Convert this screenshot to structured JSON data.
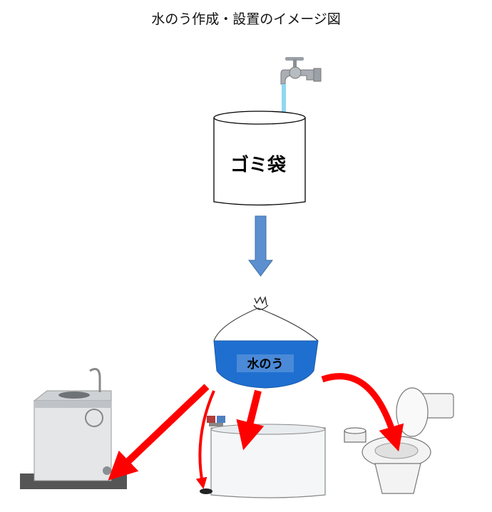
{
  "title": "水のう作成・設置のイメージ図",
  "labels": {
    "garbage_bag": "ゴミ袋",
    "sandbag": "水のう"
  },
  "colors": {
    "water": "#1e6fd0",
    "label_box": "#4a8ad8",
    "flow_arrow": "#5b8fcf",
    "placement_arrow": "#ff0000",
    "tap_stream": "#8fd8ef"
  },
  "icons": [
    "faucet-icon",
    "washing-machine-icon",
    "bathtub-icon",
    "toilet-icon",
    "drain-icon",
    "toilet-paper-icon"
  ]
}
